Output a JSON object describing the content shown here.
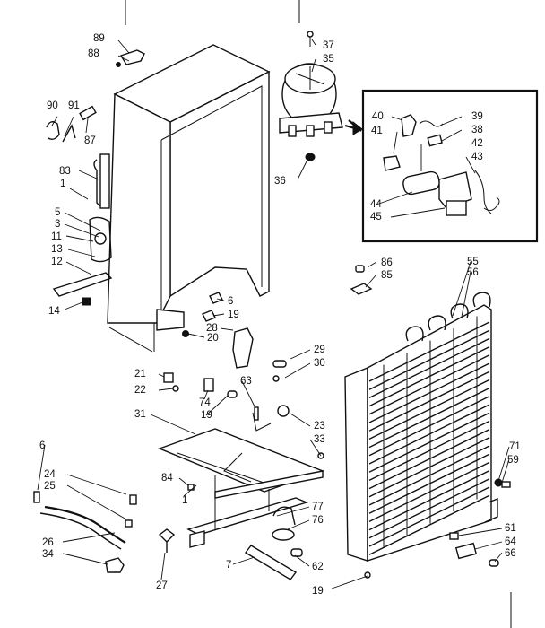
{
  "labels": {
    "l89": "89",
    "l88": "88",
    "l37": "37",
    "l35": "35",
    "l90": "90",
    "l91": "91",
    "l87": "87",
    "l83": "83",
    "l1a": "1",
    "l5": "5",
    "l3": "3",
    "l11": "11",
    "l13": "13",
    "l12": "12",
    "l14": "14",
    "l36": "36",
    "l40": "40",
    "l39": "39",
    "l41": "41",
    "l38": "38",
    "l42": "42",
    "l43": "43",
    "l44": "44",
    "l45": "45",
    "l86": "86",
    "l85": "85",
    "l55": "55",
    "l56": "56",
    "l6a": "6",
    "l19a": "19",
    "l20": "20",
    "l28": "28",
    "l29": "29",
    "l30": "30",
    "l21": "21",
    "l22": "22",
    "l63": "63",
    "l74": "74",
    "l19b": "19",
    "l31": "31",
    "l23": "23",
    "l33": "33",
    "l6b": "6",
    "l24": "24",
    "l25": "25",
    "l84": "84",
    "l1b": "1",
    "l77": "77",
    "l76": "76",
    "l71": "71",
    "l59": "59",
    "l26": "26",
    "l34": "34",
    "l27": "27",
    "l7": "7",
    "l62": "62",
    "l61": "61",
    "l64": "64",
    "l66": "66",
    "l19c": "19"
  }
}
